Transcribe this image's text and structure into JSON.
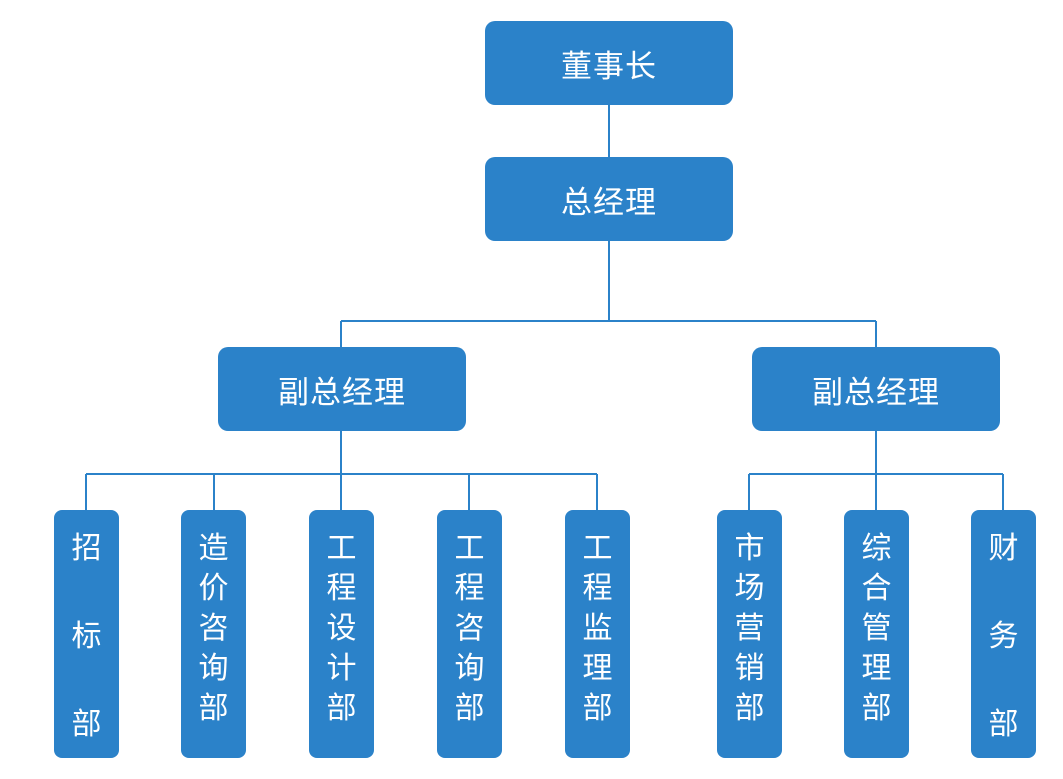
{
  "chairman": "董事长",
  "general_manager": "总经理",
  "vice_managers": [
    {
      "title": "副总经理",
      "departments": [
        {
          "name": "招标部",
          "chars": [
            "招",
            "标",
            "部"
          ]
        },
        {
          "name": "造价咨询部",
          "chars": [
            "造",
            "价",
            "咨",
            "询",
            "部"
          ]
        },
        {
          "name": "工程设计部",
          "chars": [
            "工",
            "程",
            "设",
            "计",
            "部"
          ]
        },
        {
          "name": "工程咨询部",
          "chars": [
            "工",
            "程",
            "咨",
            "询",
            "部"
          ]
        },
        {
          "name": "工程监理部",
          "chars": [
            "工",
            "程",
            "监",
            "理",
            "部"
          ]
        }
      ]
    },
    {
      "title": "副总经理",
      "departments": [
        {
          "name": "市场营销部",
          "chars": [
            "市",
            "场",
            "营",
            "销",
            "部"
          ]
        },
        {
          "name": "综合管理部",
          "chars": [
            "综",
            "合",
            "管",
            "理",
            "部"
          ]
        },
        {
          "name": "财务部",
          "chars": [
            "财",
            "务",
            "部"
          ]
        }
      ]
    }
  ],
  "colors": {
    "box_fill": "#2b82c9",
    "connector": "#2b82c9",
    "text": "#ffffff"
  }
}
